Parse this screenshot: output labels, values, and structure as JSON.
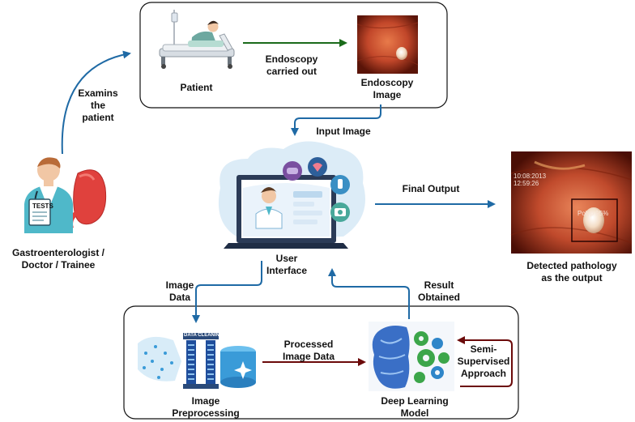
{
  "top_group": {
    "patient_label": "Patient",
    "endoscopy_label": "Endoscopy\ncarried out",
    "image_label": "Endoscopy\nImage"
  },
  "flow": {
    "examines_label": "Examins\nthe\npatient",
    "input_image_label": "Input Image",
    "final_output_label": "Final Output",
    "image_data_label": "Image\nData",
    "result_label": "Result\nObtained",
    "processed_label": "Processed\nImage Data",
    "semi_supervised_label": "Semi-\nSupervised\nApproach"
  },
  "actors": {
    "doctor_label": "Gastroenterologist /\nDoctor / Trainee",
    "ui_label": "User\nInterface",
    "output_label": "Detected pathology\nas the output",
    "clipboard_text": "TESTS"
  },
  "output_image": {
    "detection_label": "Polyp 95%",
    "overlay_text": "10:08:2013\n12:59:26"
  },
  "bottom_group": {
    "preprocessing_label": "Image\nPreprocessing",
    "deep_learning_label": "Deep Learning\nModel",
    "data_cleaning_text": "DATA CLEANING"
  },
  "colors": {
    "arrow_blue": "#1f6aa5",
    "arrow_green": "#1a6b1a",
    "arrow_maroon": "#6b0a0a",
    "tissue_red": "#c0392b"
  }
}
